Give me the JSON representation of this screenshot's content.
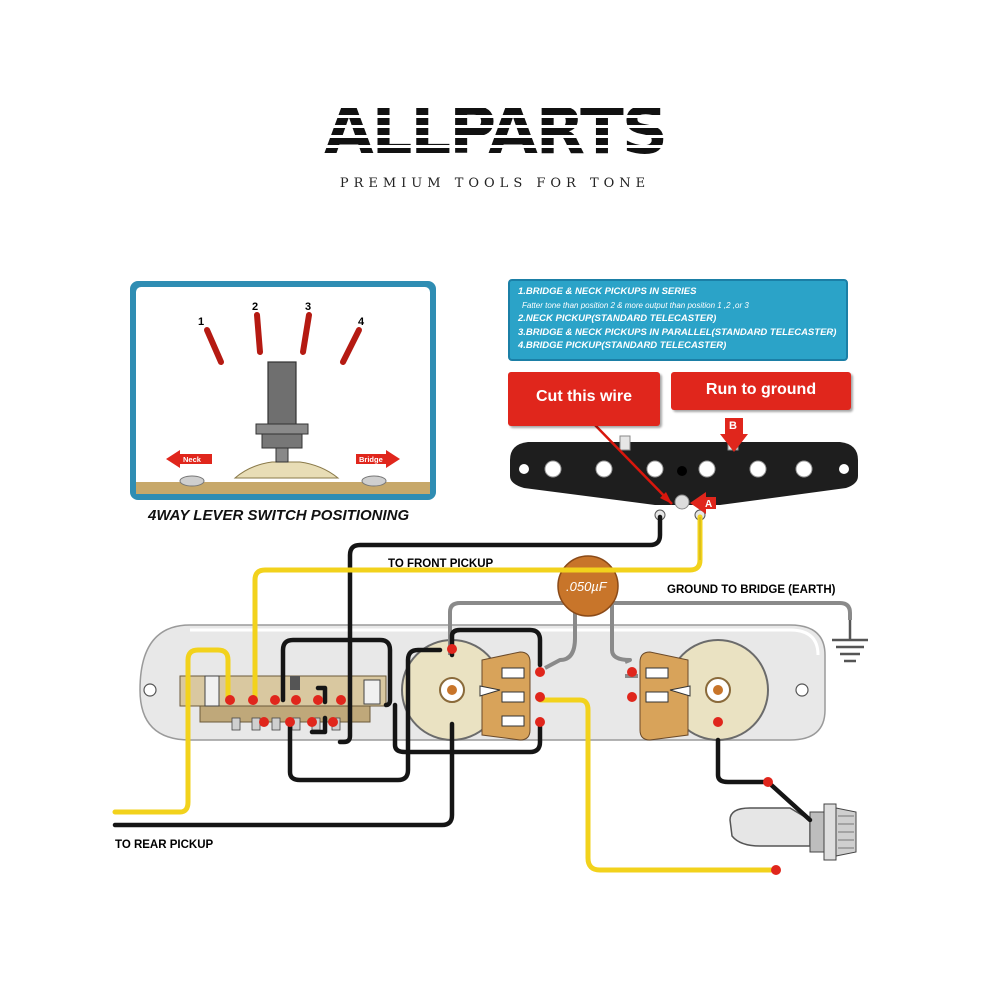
{
  "logo": {
    "brand": "ALLPARTS",
    "tagline": "PREMIUM TOOLS FOR TONE"
  },
  "switch_inset": {
    "title": "4WAY LEVER SWITCH POSITIONING",
    "positions": [
      "1",
      "2",
      "3",
      "4"
    ],
    "left_arrow_label": "Neck",
    "right_arrow_label": "Bridge"
  },
  "positions_legend": {
    "items": [
      {
        "text": "1.BRIDGE & NECK PICKUPS IN SERIES",
        "sub": "Fatter tone than position 2 & more output than position 1 ,2 ,or 3"
      },
      {
        "text": "2.NECK PICKUP(STANDARD TELECASTER)"
      },
      {
        "text": "3.BRIDGE & NECK PICKUPS IN PARALLEL(STANDARD TELECASTER)"
      },
      {
        "text": "4.BRIDGE PICKUP(STANDARD TELECASTER)"
      }
    ]
  },
  "callouts": {
    "cut_wire": "Cut this wire",
    "run_ground": "Run to ground",
    "marker_a": "A",
    "marker_b": "B"
  },
  "labels": {
    "front_pickup": "TO FRONT PICKUP",
    "ground_bridge": "GROUND TO BRIDGE (EARTH)",
    "rear_pickup": "TO REAR PICKUP",
    "capacitor": ".050µF"
  },
  "colors": {
    "wire_yellow": "#f2d21c",
    "wire_black": "#151515",
    "wire_gray": "#8a8a8a",
    "solder_red": "#e0261c",
    "accent_blue": "#2ba3c8",
    "capacitor": "#c8752a"
  }
}
